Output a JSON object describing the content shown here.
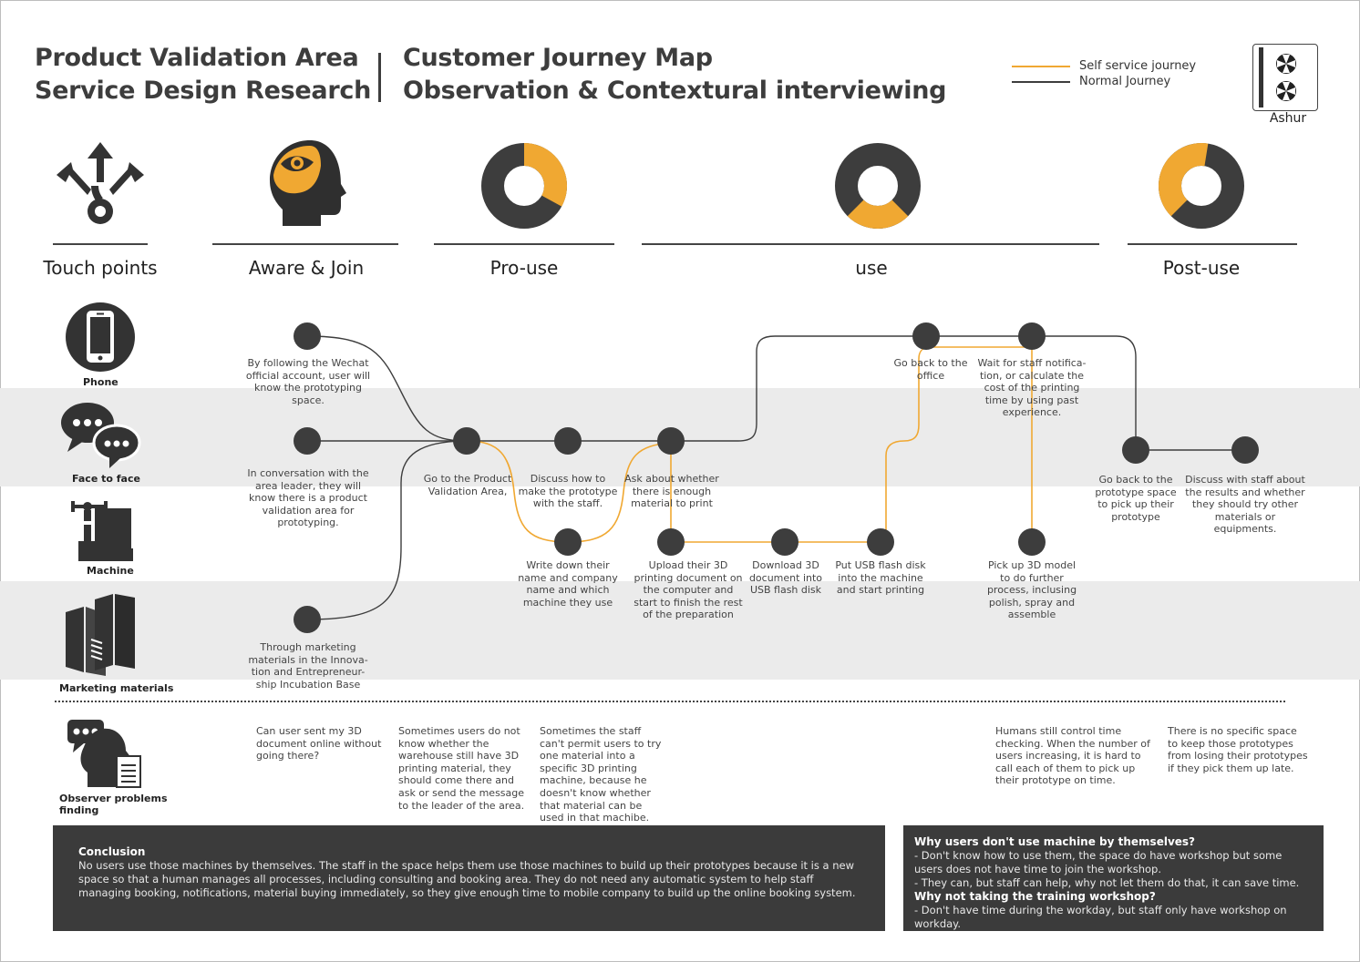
{
  "header": {
    "left_title_line1": "Product Validation Area",
    "left_title_line2": "Service Design Research",
    "right_title_line1": "Customer Journey Map",
    "right_title_line2": "Observation & Contextural interviewing"
  },
  "legend": {
    "self_service": "Self service journey",
    "normal": "Normal Journey",
    "self_service_color": "#f0a832",
    "normal_color": "#3d3d3d"
  },
  "logo": {
    "label": "Ashur"
  },
  "phases": {
    "touch_points": "Touch points",
    "aware_join": "Aware & Join",
    "pro_use": "Pro-use",
    "use": "use",
    "post_use": "Post-use"
  },
  "progress": {
    "pro_use": 0.33,
    "use": 0.25,
    "post_use": 0.4
  },
  "touch_points": {
    "phone": "Phone",
    "face_to_face": "Face to face",
    "machine": "Machine",
    "marketing": "Marketing materials",
    "observer": "Observer problems finding"
  },
  "steps": {
    "wechat": "By following the Wechat official account, user will know the prototyping space.",
    "conversation": "In conversation with the area leader, they will know there is a product validation area for prototyping.",
    "marketing": "Through marketing materials in the Innova-tion and Entrepreneur-ship Incubation Base",
    "goto_area": "Go to the Product Validation Area,",
    "discuss_how": "Discuss how to make the prototype with the staff.",
    "ask_material": "Ask about whether there is enough material to print",
    "write_down": "Write down their name and company name and which machine they use",
    "upload": "Upload their 3D printing document on the computer and start to finish the rest of the preparation",
    "download": "Download 3D document into USB flash disk",
    "put_usb": "Put USB flash disk into the machine and start printing",
    "go_back_office": "Go back to the office",
    "wait_notification": "Wait for staff notifica-tion, or calculate the cost of the printing time by using past experience.",
    "pick_up_model": "Pick up 3D model to do further process, inclusing polish, spray and assemble",
    "go_back_space": "Go back to the prototype space to pick up their prototype",
    "discuss_staff": "Discuss with staff about the results and whether they should try other materials or equipments."
  },
  "observations": {
    "obs1": "Can user sent my 3D document online without going there?",
    "obs2": "Sometimes users do not know whether the warehouse still have 3D printing material, they should come there and ask or send the message to the leader of the area.",
    "obs3": "Sometimes the staff can't permit users to try one material into a specific 3D printing machine, because he doesn't know whether that material can be used in that machibe.",
    "obs4": "Humans still control time checking. When the number of users increasing, it is hard to call each of them to pick up their prototype on time.",
    "obs5": "There is no specific space to keep those prototypes from losing their prototypes if they pick them up late."
  },
  "conclusion": {
    "heading": "Conclusion",
    "text": "No users use those machines by themselves. The staff in the space helps them use those machines to build up their prototypes because it is a new space so that a human manages all processes, including consulting and booking area. They do not need any automatic system to help staff managing booking, notifications, material buying immediately, so they give enough time to mobile company to build up the online booking system."
  },
  "why": {
    "q1": "Why users don't use machine by themselves?",
    "a1_1": "- Don't know how to use them, the space do have workshop but some users does not have time to join the workshop.",
    "a1_2": "- They can, but staff can help, why not let them do that, it can save time.",
    "q2": "Why not taking the training workshop?",
    "a2_1": "- Don't have time during the workday, but staff only have workshop on workday."
  }
}
